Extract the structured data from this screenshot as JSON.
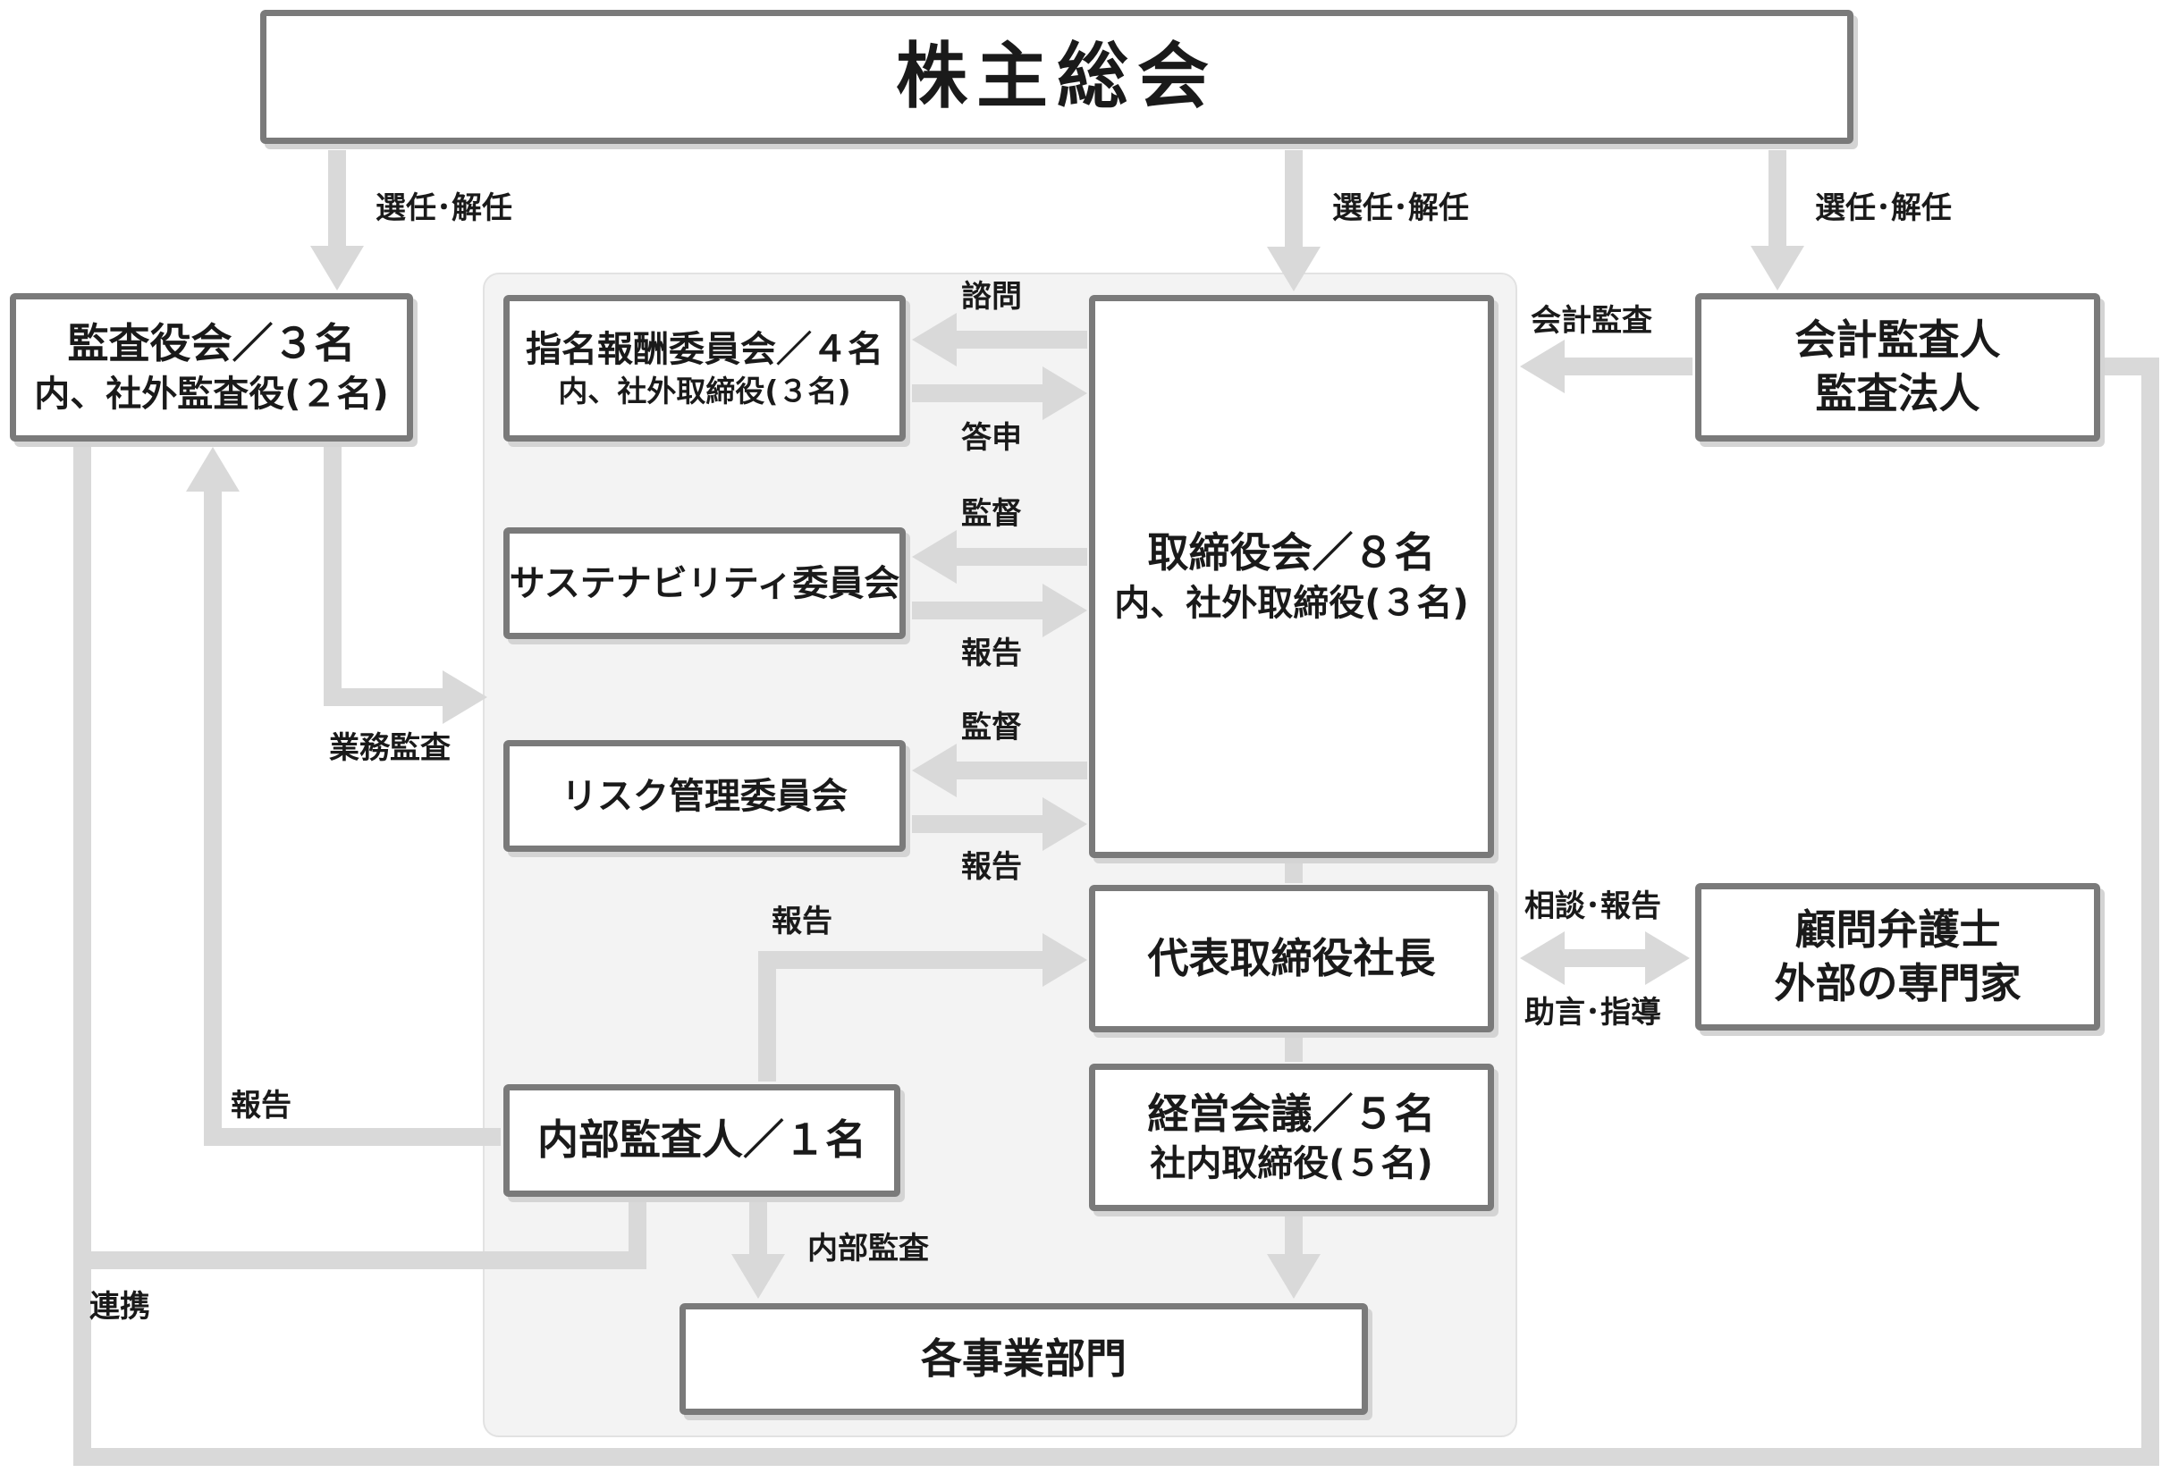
{
  "colors": {
    "arrow": "#d9d9d9",
    "box_border": "#7a7a7a",
    "panel": "#f3f3f3"
  },
  "boxes": {
    "shareholders": "株主総会",
    "audit_board": {
      "title": "監査役会／３名",
      "sub": "内、社外監査役(２名)"
    },
    "nomination": {
      "title": "指名報酬委員会／４名",
      "sub": "内、社外取締役(３名)"
    },
    "sustainability": {
      "title": "サステナビリティ委員会"
    },
    "risk": {
      "title": "リスク管理委員会"
    },
    "board": {
      "title": "取締役会／８名",
      "sub": "内、社外取締役(３名)"
    },
    "accounting_auditor": {
      "line1": "会計監査人",
      "line2": "監査法人"
    },
    "president": "代表取締役社長",
    "advisor": {
      "line1": "顧問弁護士",
      "line2": "外部の専門家"
    },
    "management_meeting": {
      "title": "経営会議／５名",
      "sub": "社内取締役(５名)"
    },
    "internal_auditor": "内部監査人／１名",
    "business_units": "各事業部門"
  },
  "labels": {
    "elect_left": "選任･解任",
    "elect_center": "選任･解任",
    "elect_right": "選任･解任",
    "consult": "諮問",
    "answer": "答申",
    "supervise1": "監督",
    "report1": "報告",
    "supervise2": "監督",
    "report2": "報告",
    "business_audit": "業務監査",
    "accounting_audit": "会計監査",
    "consult_report": "相談･報告",
    "advice": "助言･指導",
    "report_internal_president": "報告",
    "report_internal_audit_board": "報告",
    "internal_audit": "内部監査",
    "cooperation": "連携"
  }
}
